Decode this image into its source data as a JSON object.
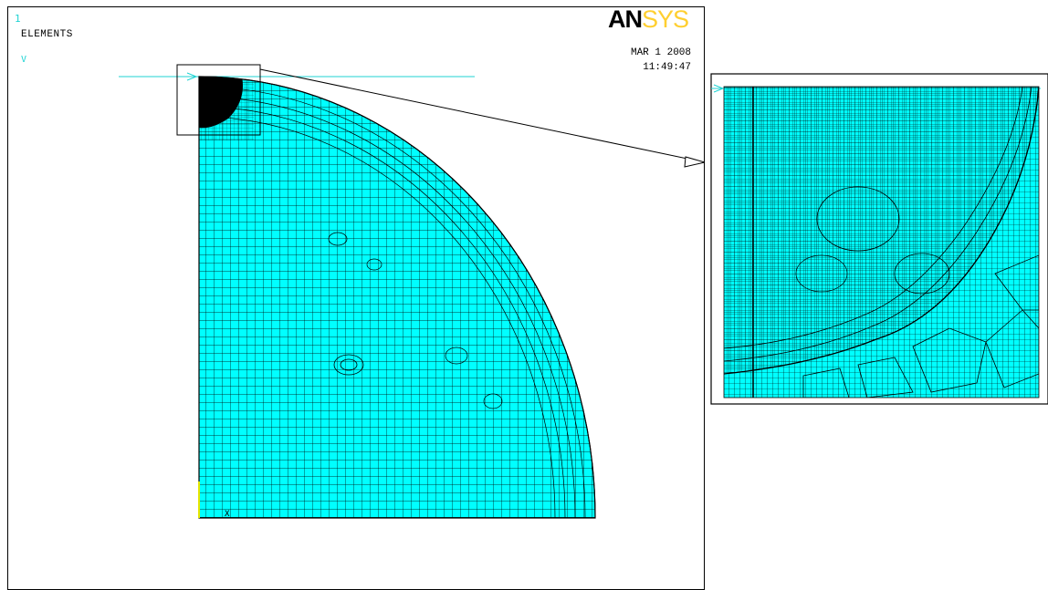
{
  "header": {
    "window_number": "1",
    "plot_title": "ELEMENTS",
    "axis_tag": "V",
    "logo_an": "AN",
    "logo_sys": "SYS",
    "date": "MAR  1 2008",
    "time": "11:49:47"
  },
  "axis": {
    "x_label": "X"
  },
  "colors": {
    "mesh_fill": "#00ffff",
    "mesh_line": "#000000",
    "axis_line": "#1fd3d3",
    "logo_an": "#000000",
    "logo_sys": "#ffcf30",
    "triad_y": "#e6e600"
  },
  "icons": {
    "arrow": "callout-arrow-icon"
  }
}
